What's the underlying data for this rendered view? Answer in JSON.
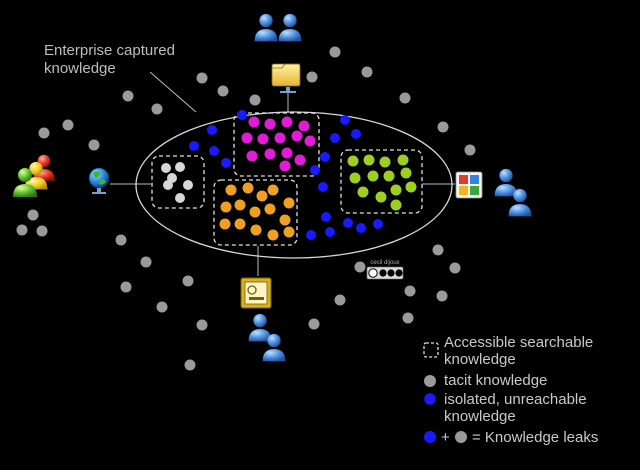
{
  "diagram": {
    "callout_label": [
      "Enterprise captured",
      "knowledge"
    ],
    "credit_text": "cecil dijoux",
    "cc_badge": "cc by-nc-sa",
    "colors": {
      "background": "#000000",
      "ellipse": "#d8d8d8",
      "tacit": "#9a9a9a",
      "isolated": "#1a1aff",
      "white_cluster": "#d7d7d7",
      "magenta_cluster": "#e21bd8",
      "orange_cluster": "#f0a020",
      "green_cluster": "#9ccf1f"
    },
    "icons": [
      "users-icon-top",
      "users-icon-left-colored",
      "users-icon-right",
      "users-icon-bottom",
      "folder-icon",
      "globe-icon",
      "apps-icon",
      "presentation-icon"
    ]
  },
  "legend": {
    "accessible": [
      "Accessible searchable",
      "knowledge"
    ],
    "tacit": "tacit knowledge",
    "isolated": [
      "isolated, unreachable",
      "knowledge"
    ],
    "leaks": {
      "plus": "+",
      "rest": "= Knowledge leaks"
    }
  }
}
